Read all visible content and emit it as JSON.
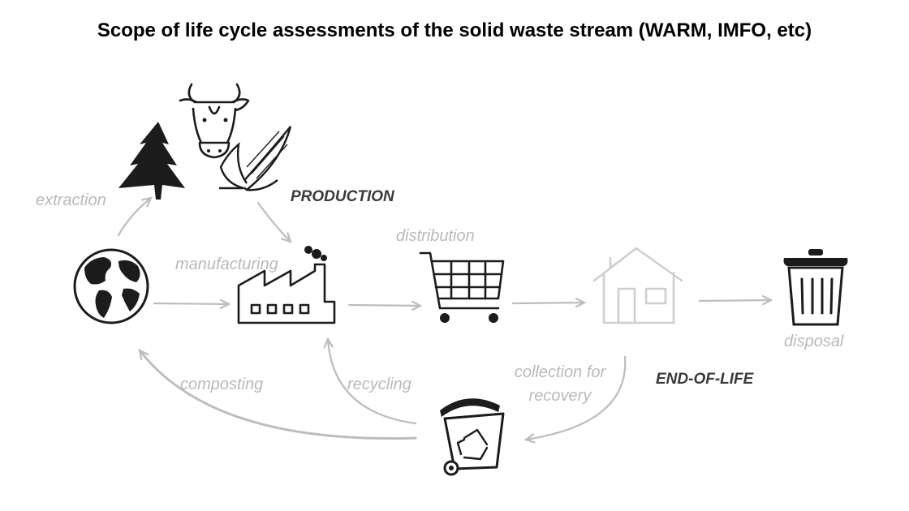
{
  "title": "Scope of life cycle assessments of the solid waste stream (WARM, IMFO, etc)",
  "stages": {
    "production": "PRODUCTION",
    "end_of_life": "END-OF-LIFE"
  },
  "labels": {
    "extraction": "extraction",
    "manufacturing": "manufacturing",
    "distribution": "distribution",
    "disposal": "disposal",
    "collection_line1": "collection for",
    "collection_line2": "recovery",
    "recycling": "recycling",
    "composting": "composting"
  },
  "icons": [
    "globe-icon",
    "tree-icon",
    "cow-icon",
    "corn-icon",
    "factory-icon",
    "shopping-cart-icon",
    "house-icon",
    "trash-can-icon",
    "recycling-bin-icon"
  ],
  "colors": {
    "ink": "#1c1c1c",
    "faded": "#bdbdbd",
    "stage_text": "#3a3a3a"
  }
}
